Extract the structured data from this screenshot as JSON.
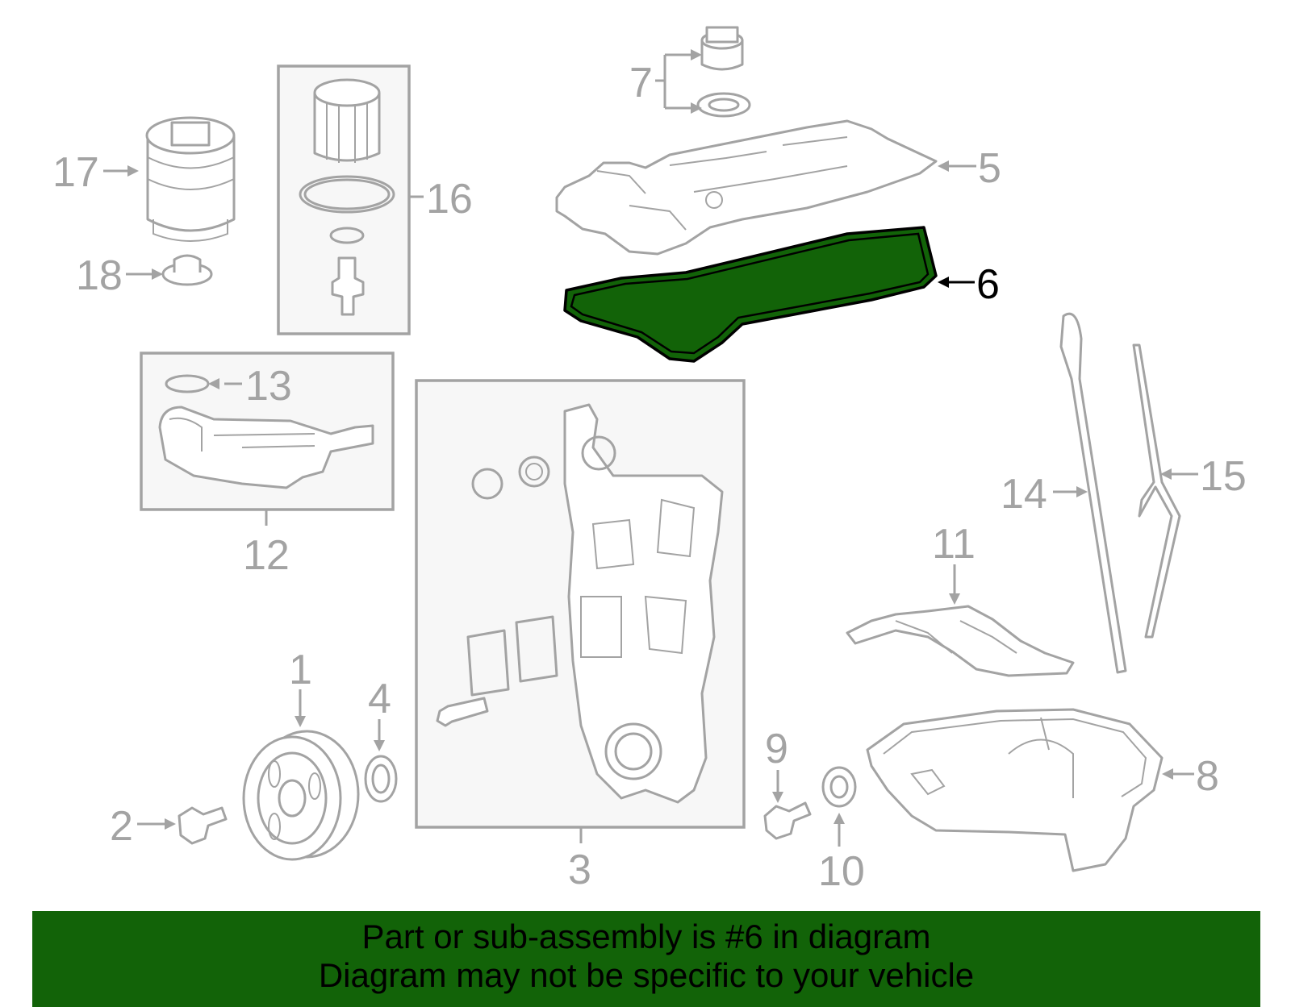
{
  "diagram": {
    "highlighted_part": "6",
    "callouts": {
      "c1": "1",
      "c2": "2",
      "c3": "3",
      "c4": "4",
      "c5": "5",
      "c6": "6",
      "c7": "7",
      "c8": "8",
      "c9": "9",
      "c10": "10",
      "c11": "11",
      "c12": "12",
      "c13": "13",
      "c14": "14",
      "c15": "15",
      "c16": "16",
      "c17": "17",
      "c18": "18"
    },
    "colors": {
      "highlight": "#126308",
      "line_art": "#a3a3a3",
      "box_fill": "#f7f7f7"
    }
  },
  "banner": {
    "line1": "Part or sub-assembly is #6 in diagram",
    "line2": "Diagram may not be specific to your vehicle"
  }
}
